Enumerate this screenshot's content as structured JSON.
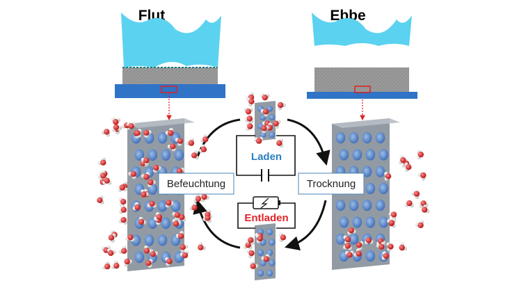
{
  "top_left": {
    "title": "Flut"
  },
  "top_right": {
    "title": "Ebbe"
  },
  "left_process": {
    "label": "Befeuchtung"
  },
  "right_process": {
    "label": "Trocknung"
  },
  "charge_circuit": {
    "label": "Laden",
    "color": "#2a7fc0"
  },
  "discharge_circuit": {
    "label": "Entladen",
    "color": "#e2232a"
  },
  "colors": {
    "water": "#5bd2f0",
    "substrate": "#9a9a9a",
    "base_plate": "#2f74c6",
    "highlight": "#e02020",
    "oxygen": "#d42020",
    "hydrogen": "#f2f2f2",
    "pore": "#4d83d6"
  }
}
